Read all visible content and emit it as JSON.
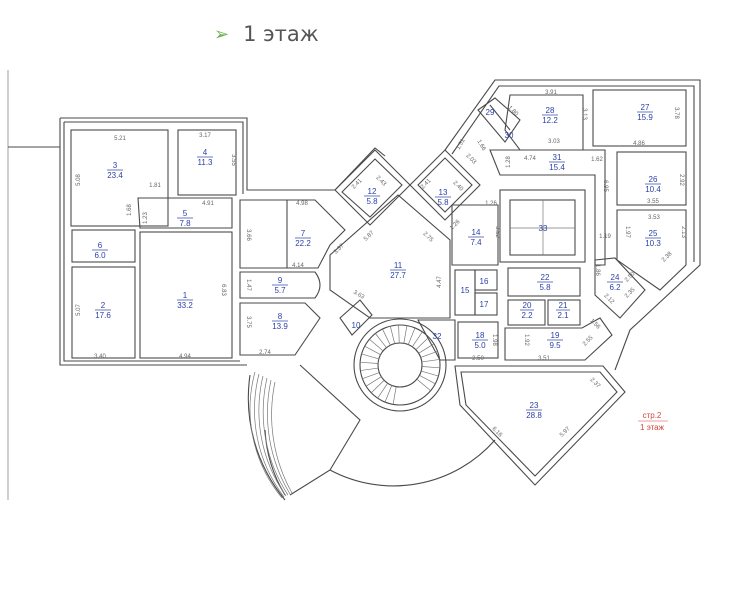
{
  "header": {
    "bullet_icon": "green-arrow-bullet",
    "title": "1 этаж"
  },
  "colors": {
    "bullet": "#6ab04c",
    "room_labels": "#2b3fa6",
    "walls": "#4a4a4a",
    "stamp": "#d0453f"
  },
  "rooms": [
    {
      "number": "1",
      "area": "33.2"
    },
    {
      "number": "2",
      "area": "17.6"
    },
    {
      "number": "3",
      "area": "23.4"
    },
    {
      "number": "4",
      "area": "11.3"
    },
    {
      "number": "5",
      "area": "7.8"
    },
    {
      "number": "6",
      "area": "6.0"
    },
    {
      "number": "7",
      "area": "22.2"
    },
    {
      "number": "8",
      "area": "13.9"
    },
    {
      "number": "9",
      "area": "5.7"
    },
    {
      "number": "10"
    },
    {
      "number": "11",
      "area": "27.7"
    },
    {
      "number": "12",
      "area": "5.8"
    },
    {
      "number": "13",
      "area": "5.8"
    },
    {
      "number": "14",
      "area": "7.4"
    },
    {
      "number": "15"
    },
    {
      "number": "16"
    },
    {
      "number": "17"
    },
    {
      "number": "18",
      "area": "5.0"
    },
    {
      "number": "19",
      "area": "9.5"
    },
    {
      "number": "20",
      "area": "2.2"
    },
    {
      "number": "21",
      "area": "2.1"
    },
    {
      "number": "22",
      "area": "5.8"
    },
    {
      "number": "23",
      "area": "28.8"
    },
    {
      "number": "24",
      "area": "6.2"
    },
    {
      "number": "25",
      "area": "10.3"
    },
    {
      "number": "26",
      "area": "10.4"
    },
    {
      "number": "27",
      "area": "15.9"
    },
    {
      "number": "28",
      "area": "12.2"
    },
    {
      "number": "29"
    },
    {
      "number": "30"
    },
    {
      "number": "31",
      "area": "15.4"
    },
    {
      "number": "32"
    },
    {
      "number": "33"
    }
  ],
  "dims": [
    "5.21",
    "5.08",
    "3.17",
    "3.55",
    "1.81",
    "1.68",
    "1.23",
    "4.91",
    "3.66",
    "4.98",
    "4.14",
    "3.37",
    "5.87",
    "1.47",
    "6.83",
    "5.07",
    "3.40",
    "4.94",
    "3.75",
    "2.74",
    "3.63",
    "2.41",
    "2.43",
    "2.41",
    "2.40",
    "1.26",
    "1.26",
    "2.75",
    "3.52",
    "4.47",
    "3.91",
    "1.80",
    "3.13",
    "3.03",
    "3.78",
    "4.86",
    "1.51",
    "1.66",
    "2.03",
    "1.28",
    "4.74",
    "1.62",
    "6.95",
    "2.92",
    "3.55",
    "3.53",
    "1.97",
    "2.13",
    "1.19",
    "2.38",
    "1.86",
    "2.50",
    "2.12",
    "2.35",
    "1.56",
    "2.55",
    "1.98",
    "1.92",
    "2.50",
    "3.51",
    "2.37",
    "6.16",
    "5.97"
  ],
  "stamp": {
    "line1": "стр.2",
    "line2": "1 этаж"
  }
}
